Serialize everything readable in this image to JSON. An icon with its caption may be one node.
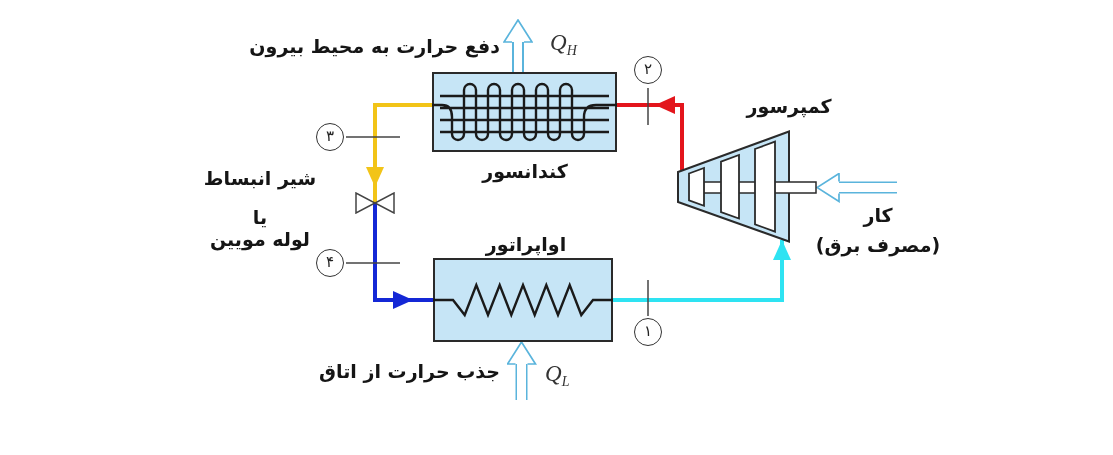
{
  "diagram": {
    "nodes": [
      {
        "text": [
          "کندانسور"
        ]
      },
      {
        "text": [
          "کمپرسور"
        ]
      },
      {
        "text": [
          "شیر انبساط",
          "یا",
          "لوله مویین"
        ]
      },
      {
        "text": [
          "اواپراتور"
        ]
      }
    ],
    "edges": [
      {
        "from": 1,
        "to": 0,
        "arrow": "to",
        "color": "#e3151c"
      },
      {
        "from": 0,
        "to": 2,
        "arrow": "to",
        "color": "#f2c418"
      },
      {
        "from": 2,
        "to": 3,
        "arrow": "to",
        "color": "#1428d6"
      },
      {
        "from": 3,
        "to": 1,
        "arrow": "to",
        "color": "#2ee3f2"
      },
      {
        "from": 0,
        "to": null,
        "arrow": "to",
        "label": "Q$_{H}$",
        "color": "#5ab4dc"
      },
      {
        "from": null,
        "to": 3,
        "arrow": "to",
        "label": "Q$_{L}$",
        "color": "#5ab4dc"
      },
      {
        "from": null,
        "to": 1,
        "arrow": "to",
        "color": "#5ab4dc"
      }
    ],
    "labels": [
      "دفع حرارت به محیط بیرون",
      "۲",
      "۳",
      "کار",
      "(مصرف برق)",
      "۴",
      "۱",
      "جذب حرارت از اتاق"
    ]
  }
}
